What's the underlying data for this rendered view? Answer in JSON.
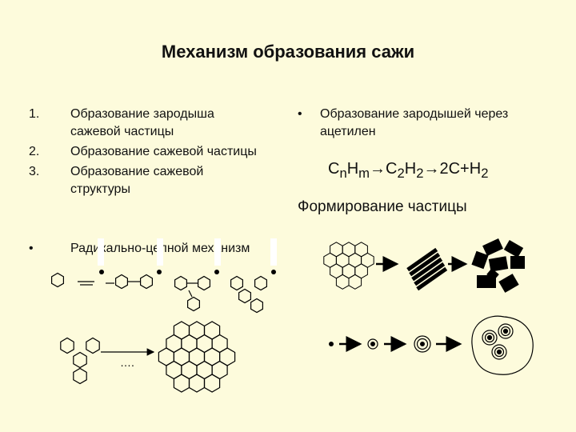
{
  "title": "Механизм образования сажи",
  "list": [
    {
      "num": "1.",
      "text": "Образование зародыша сажевой частицы"
    },
    {
      "num": "2.",
      "text": "Образование сажевой частицы"
    },
    {
      "num": "3.",
      "text": "Образование сажевой структуры"
    }
  ],
  "bullet_left": {
    "marker": "•",
    "text": "Радикально-цепной механизм"
  },
  "bullet_right": {
    "marker": "•",
    "text": "Образование зародышей через ацетилен"
  },
  "equation": {
    "c": "C",
    "n": "n",
    "h": "H",
    "m": "m",
    "arrow1": "→",
    "c2": "C",
    "two_a": "2",
    "h2": "H",
    "two_b": "2",
    "arrow2": "→",
    "rhs": "2C+H",
    "two_c": "2"
  },
  "formation_label": "Формирование частицы",
  "dots_label": "….",
  "radical_dot": "•"
}
